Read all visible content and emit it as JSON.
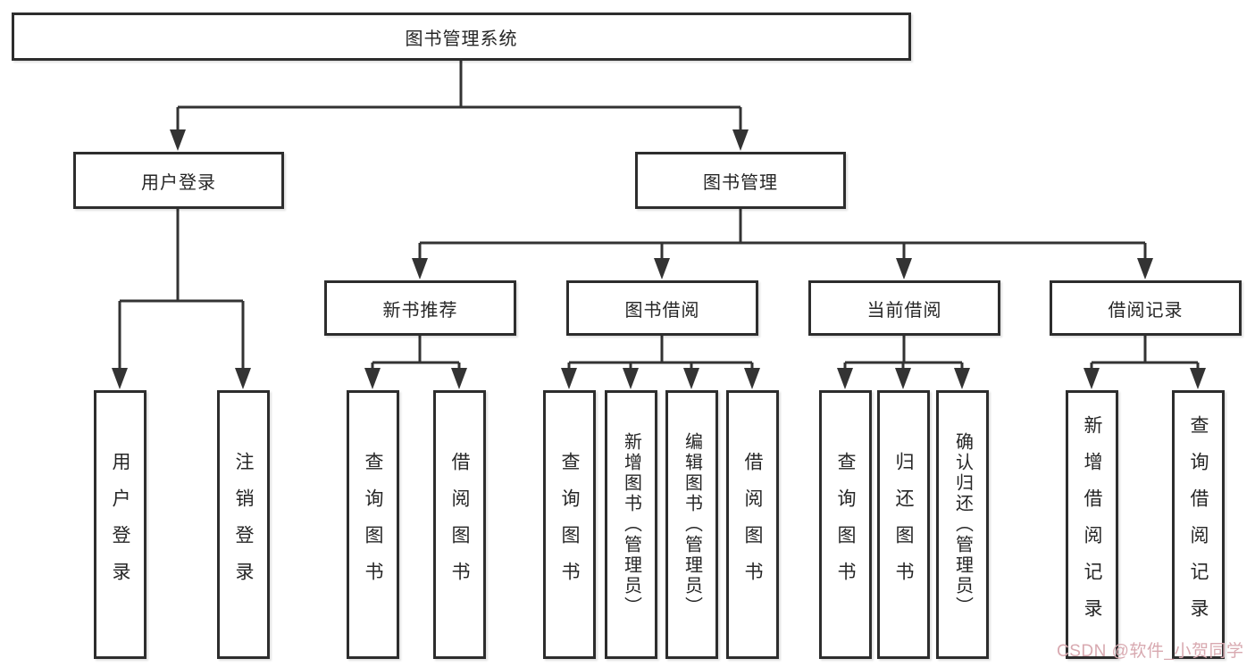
{
  "tree": {
    "label": "图书管理系统",
    "children": [
      {
        "label": "用户登录",
        "children": [
          {
            "label": "用户登录"
          },
          {
            "label": "注销登录"
          }
        ]
      },
      {
        "label": "图书管理",
        "children": [
          {
            "label": "新书推荐",
            "children": [
              {
                "label": "查询图书"
              },
              {
                "label": "借阅图书"
              }
            ]
          },
          {
            "label": "图书借阅",
            "children": [
              {
                "label": "查询图书"
              },
              {
                "label": "新增图书（管理员）"
              },
              {
                "label": "编辑图书（管理员）"
              },
              {
                "label": "借阅图书"
              }
            ]
          },
          {
            "label": "当前借阅",
            "children": [
              {
                "label": "查询图书"
              },
              {
                "label": "归还图书"
              },
              {
                "label": "确认归还（管理员）"
              }
            ]
          },
          {
            "label": "借阅记录",
            "children": [
              {
                "label": "新增借阅记录"
              },
              {
                "label": "查询借阅记录"
              }
            ]
          }
        ]
      }
    ]
  },
  "watermark": {
    "text": "CSDN @软件_小贺同学"
  },
  "colors": {
    "line": "#333333",
    "box_border": "#2d2d2d",
    "background": "#ffffff",
    "text": "#262626",
    "watermark": "#d8a9b0"
  }
}
